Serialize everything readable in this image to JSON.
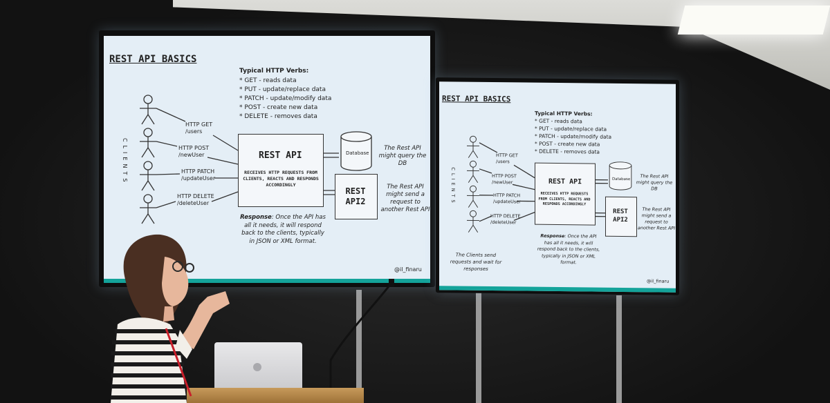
{
  "slide": {
    "title": "REST API BASICS",
    "verbs_heading": "Typical HTTP Verbs:",
    "verbs": [
      "* GET - reads data",
      "* PUT - update/replace data",
      "* PATCH - update/modify data",
      "* POST - create new data",
      "* DELETE - removes data"
    ],
    "clients_label": "CLIENTS",
    "requests": [
      {
        "method": "HTTP GET",
        "path": "/users"
      },
      {
        "method": "HTTP POST",
        "path": "/newUser"
      },
      {
        "method": "HTTP PATCH",
        "path": "/updateUser"
      },
      {
        "method": "HTTP DELETE",
        "path": "/deleteUser"
      }
    ],
    "rest_api_title": "REST API",
    "rest_api_desc": "RECEIVES HTTP REQUESTS FROM CLIENTS, REACTS AND RESPONDS ACCORDINGLY",
    "database_label": "Database",
    "db_note": "The Rest API might query the DB",
    "rest_api2_title": "REST API2",
    "api2_note": "The Rest API might send a request to another Rest API",
    "response_label": "Response",
    "response_text": ": Once the API has all it needs, it will respond back to the clients, typically in JSON or XML format.",
    "clients_note": "The Clients send requests and wait for responses",
    "handle": "@il_finaru"
  }
}
